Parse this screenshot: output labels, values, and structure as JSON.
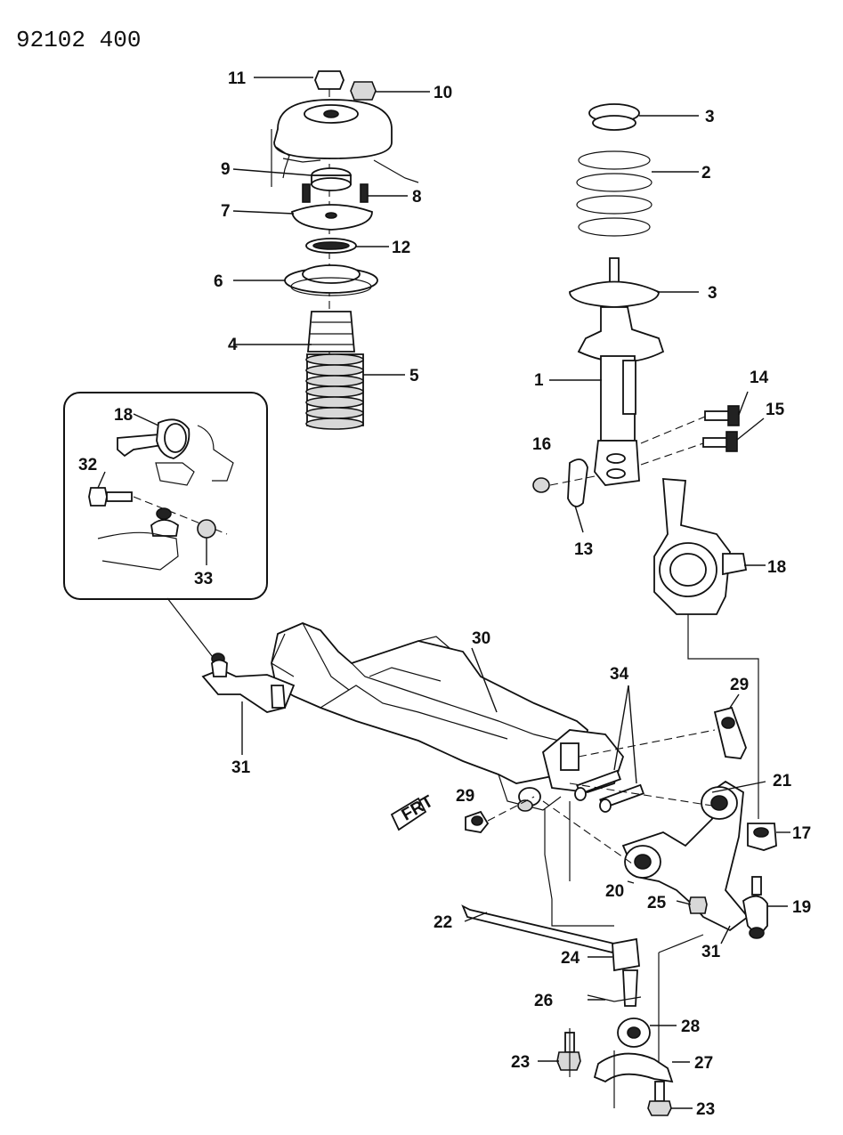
{
  "document_id": "92102 400",
  "callouts": {
    "c1": "1",
    "c2": "2",
    "c3a": "3",
    "c3b": "3",
    "c4": "4",
    "c5": "5",
    "c6": "6",
    "c7": "7",
    "c8": "8",
    "c9": "9",
    "c10": "10",
    "c11": "11",
    "c12": "12",
    "c13": "13",
    "c14": "14",
    "c15": "15",
    "c16": "16",
    "c17": "17",
    "c18a": "18",
    "c18b": "18",
    "c19": "19",
    "c20": "20",
    "c21": "21",
    "c22": "22",
    "c23a": "23",
    "c23b": "23",
    "c24": "24",
    "c25": "25",
    "c26": "26",
    "c27": "27",
    "c28": "28",
    "c29a": "29",
    "c29b": "29",
    "c30": "30",
    "c31a": "31",
    "c31b": "31",
    "c32": "32",
    "c33": "33",
    "c34": "34"
  },
  "frame_mark": "FRT"
}
